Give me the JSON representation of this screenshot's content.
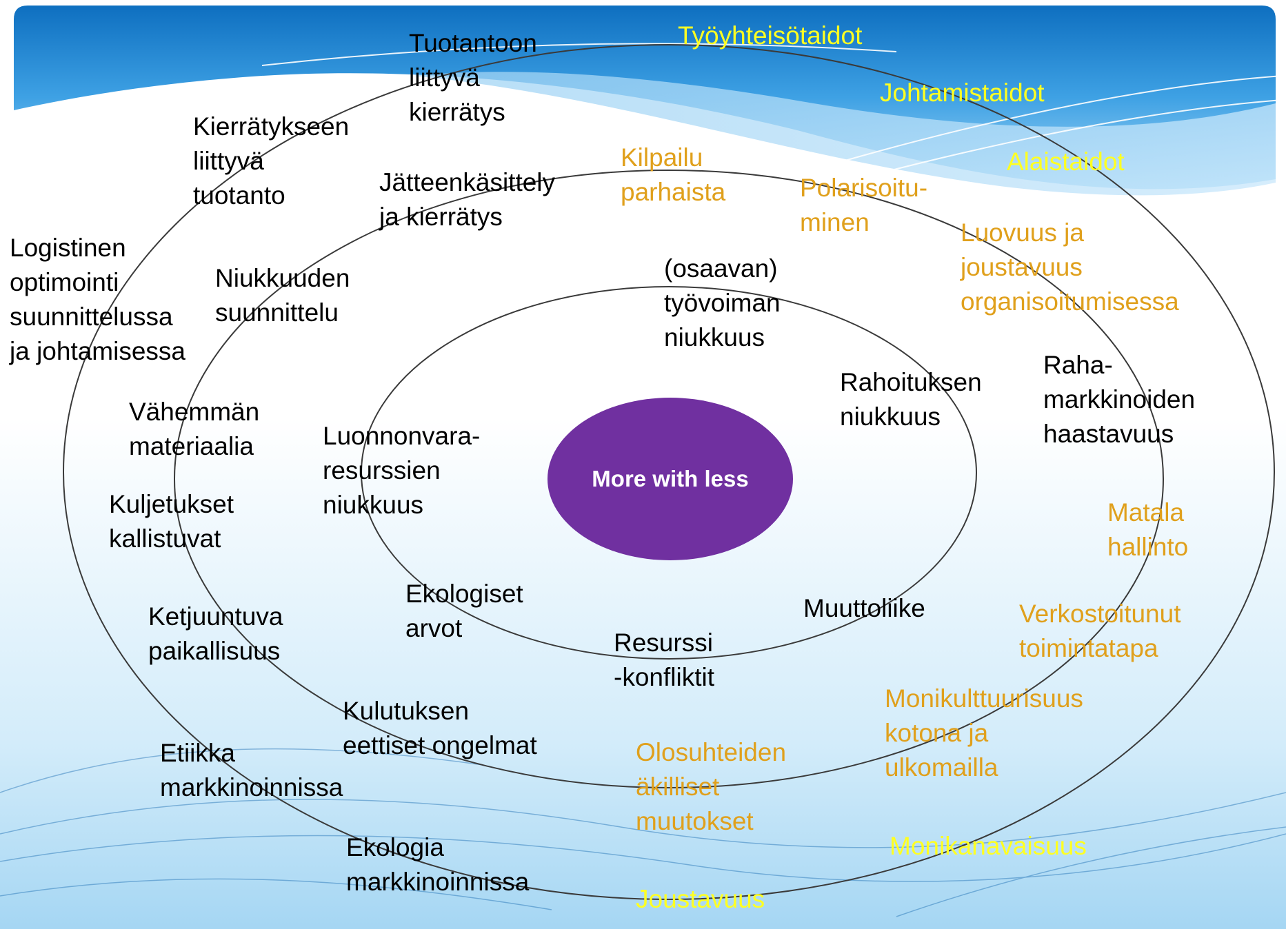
{
  "colors": {
    "ring_stroke": "#3a3a3a",
    "center_fill": "#7030a0",
    "label_dark": "#000000",
    "label_orange": "#e0a01c",
    "label_yellow": "#ffff22",
    "banner_blue": "#2a8fd6"
  },
  "center": {
    "label": "More with less"
  },
  "inner_ring": {
    "osaavan": "(osaavan)\ntyövoiman\nniukkuus",
    "rahoitus": "Rahoituksen\nniukkuus",
    "luonnonvara": "Luonnonvara-\nresurssien\nniukkuus",
    "ekologiset": "Ekologiset\narvot",
    "muuttoliike": "Muuttoliike",
    "resurssi": "Resurssi\n-konfliktit"
  },
  "middle_ring": {
    "jatteenkasittely": "Jätteenkäsittely\nja kierrätys",
    "niukkuuden": "Niukkuuden\nsuunnittelu",
    "vahemman": "Vähemmän\nmateriaalia",
    "kuljetukset": "Kuljetukset\nkallistuvat",
    "ketjuuntuva": "Ketjuuntuva\npaikallisuus",
    "kulutuksen": "Kulutuksen\neettiset ongelmat",
    "kilpailu": "Kilpailu\nparhaista",
    "polarisoituminen": "Polarisoitu-\nminen",
    "olosuhteiden": "Olosuhteiden\näkilliset\nmuutokset",
    "monikulttuurisuus": "Monikulttuurisuus\nkotona ja\nulkomailla",
    "verkostoitunut": "Verkostoitunut\ntoimintatapa"
  },
  "outer_ring": {
    "tuotantoon": "Tuotantoon\nliittyvä\nkierrätys",
    "kierratykseen": "Kierrätykseen\nliittyvä\ntuotanto",
    "logistinen": "Logistinen\noptimointi\nsuunnittelussa\nja johtamisessa",
    "etiikka": "Etiikka\nmarkkinoinnissa",
    "ekologia": "Ekologia\nmarkkinoinnissa",
    "raha": "Raha-\nmarkkinoiden\nhaastavuus",
    "luovuus": "Luovuus ja\njoustavuus\norganisoitumisessa",
    "matala": "Matala\nhallinto",
    "tyoyhteiso": "Työyhteisötaidot",
    "johtamis": "Johtamistaidot",
    "alais": "Alaistaidot",
    "monikanava": "Monikanavaisuus",
    "joustavuus": "Joustavuus"
  }
}
